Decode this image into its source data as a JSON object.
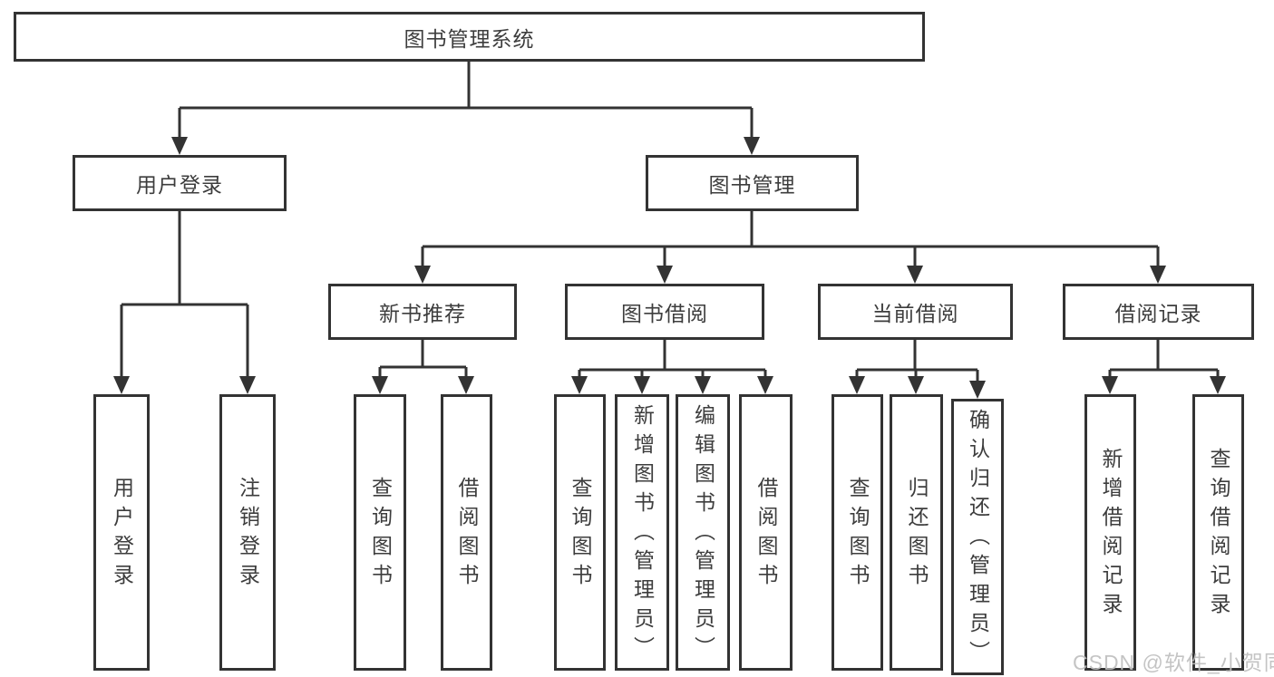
{
  "diagram": {
    "root": {
      "label": "图书管理系统"
    },
    "branches": [
      {
        "label": "用户登录",
        "children": [
          "用户登录",
          "注销登录"
        ]
      },
      {
        "label": "图书管理",
        "children": [
          {
            "label": "新书推荐",
            "children": [
              "查询图书",
              "借阅图书"
            ]
          },
          {
            "label": "图书借阅",
            "children": [
              "查询图书",
              "新增图书（管理员）",
              "编辑图书（管理员）",
              "借阅图书"
            ]
          },
          {
            "label": "当前借阅",
            "children": [
              "查询图书",
              "归还图书",
              "确认归还（管理员）"
            ]
          },
          {
            "label": "借阅记录",
            "children": [
              "新增借阅记录",
              "查询借阅记录"
            ]
          }
        ]
      }
    ]
  },
  "watermark": {
    "text": "CSDN @软件_小贺同学"
  },
  "colors": {
    "line": "#333333",
    "box_border": "#333333",
    "box_background": "#ffffff",
    "text": "#3d3d3d",
    "watermark": "#bfbfbf",
    "background": "#ffffff"
  }
}
